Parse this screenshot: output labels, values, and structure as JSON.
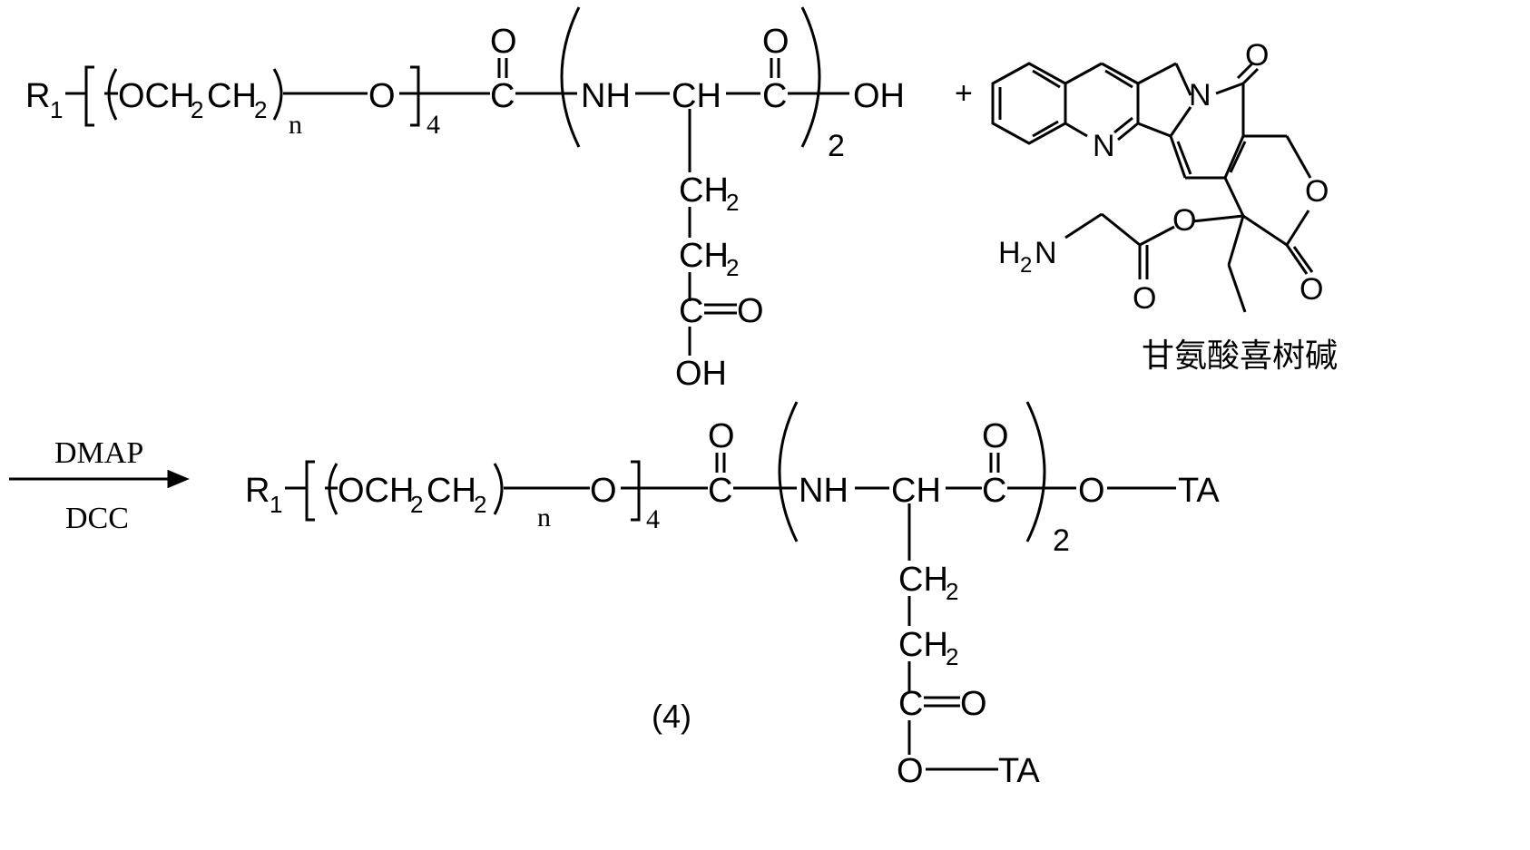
{
  "colors": {
    "ink": "#000000",
    "background": "#ffffff"
  },
  "reactant_polymer": {
    "r_group": "R",
    "r_sub": "1",
    "repeat_unit": "OCH",
    "ch2_sub": "2",
    "ch_mid": "CH",
    "n_sub": "n",
    "link_o": "O",
    "four_sub": "4",
    "carbonyl_o": "O",
    "nh": "NH",
    "ch": "CH",
    "carbonyl_o2": "O",
    "end_oh": "OH",
    "two_sub": "2",
    "side_ch2_a": "CH",
    "side_ch2_a_sub": "2",
    "side_ch2_b": "CH",
    "side_ch2_b_sub": "2",
    "side_c": "C",
    "side_o_double": "O",
    "side_oh": "OH"
  },
  "plus_sign": "+",
  "reactant_camptothecin": {
    "n_ring": "N",
    "n_pyridine": "N",
    "o_ketone": "O",
    "o_lactone_ring": "O",
    "o_lactone_carbonyl": "O",
    "o_ester": "O",
    "o_glycine_carbonyl": "O",
    "amine": "H",
    "amine_sub": "2",
    "amine_n": "N",
    "name_label": "甘氨酸喜树碱"
  },
  "reagents": {
    "top": "DMAP",
    "bottom": "DCC"
  },
  "product": {
    "r_group": "R",
    "r_sub": "1",
    "repeat_unit": "OCH",
    "ch2_sub": "2",
    "ch_mid": "CH",
    "n_sub": "n",
    "link_o": "O",
    "four_sub": "4",
    "carbonyl_o": "O",
    "nh": "NH",
    "ch": "CH",
    "carbonyl_o2": "O",
    "end_o": "O",
    "end_ta": "TA",
    "two_sub": "2",
    "side_ch2_a": "CH",
    "side_ch2_a_sub": "2",
    "side_ch2_b": "CH",
    "side_ch2_b_sub": "2",
    "side_c": "C",
    "side_o_double": "O",
    "side_o": "O",
    "side_ta": "TA",
    "compound_label": "(4)"
  }
}
